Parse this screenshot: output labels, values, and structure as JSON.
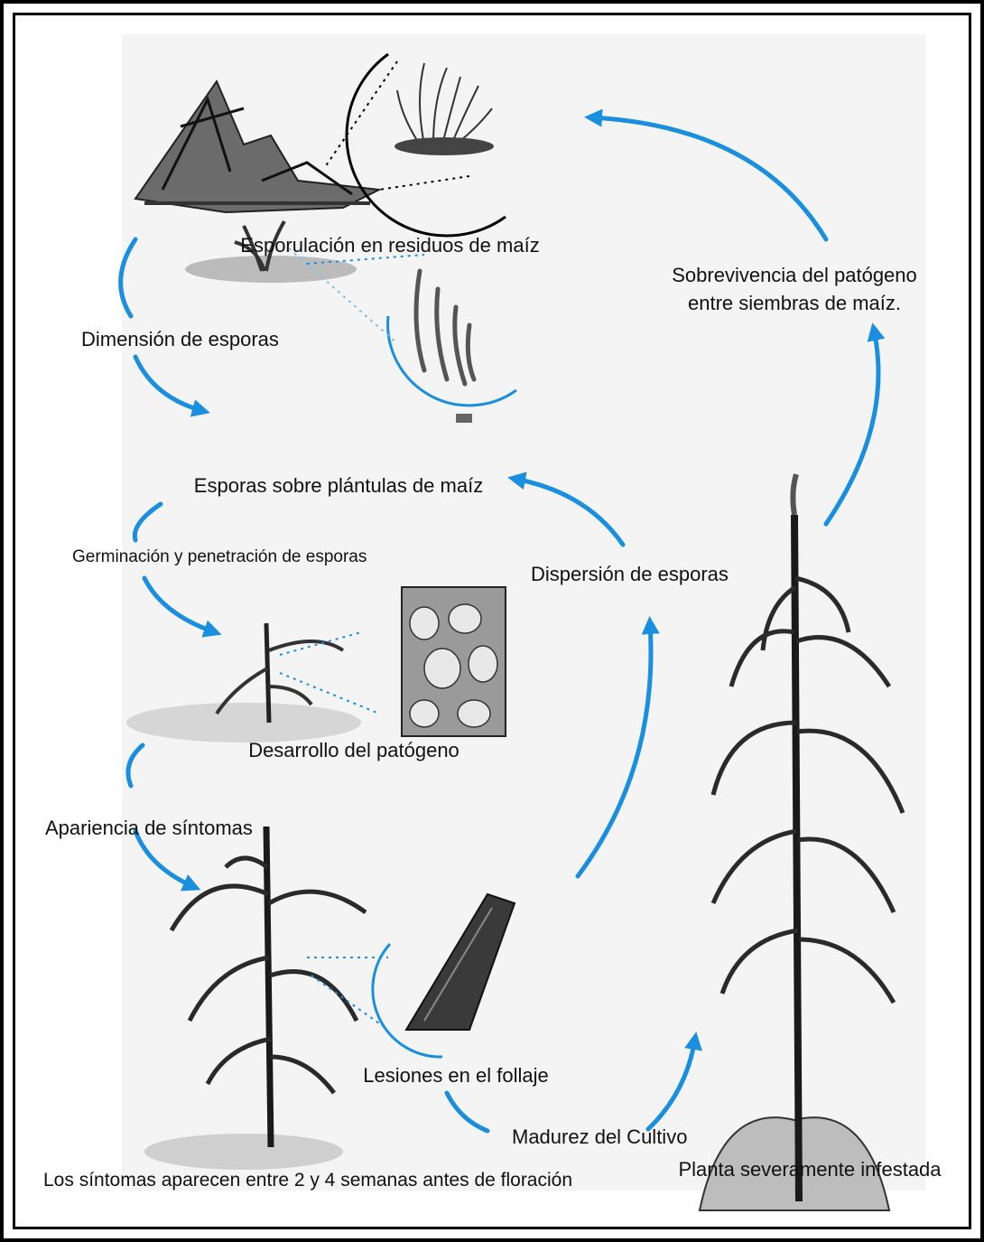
{
  "labels": {
    "esporulacion": "Esporulación en residuos de maíz",
    "sobrevivencia_1": "Sobrevivencia del patógeno",
    "sobrevivencia_2": "entre siembras de maíz.",
    "dimension": "Dimensión de esporas",
    "esporas_plantulas": "Esporas sobre plántulas de maíz",
    "germinacion": "Germinación y penetración de esporas",
    "dispersion": "Dispersión de esporas",
    "desarrollo": "Desarrollo del patógeno",
    "apariencia": "Apariencia de síntomas",
    "lesiones": "Lesiones en el follaje",
    "madurez": "Madurez del Cultivo",
    "planta": "Planta severamente infestada",
    "sintomas_nota": "Los síntomas aparecen entre 2 y 4 semanas antes de floración"
  },
  "colors": {
    "arrow": "#1a8fe0",
    "frame": "#000000",
    "ink": "#222222"
  }
}
